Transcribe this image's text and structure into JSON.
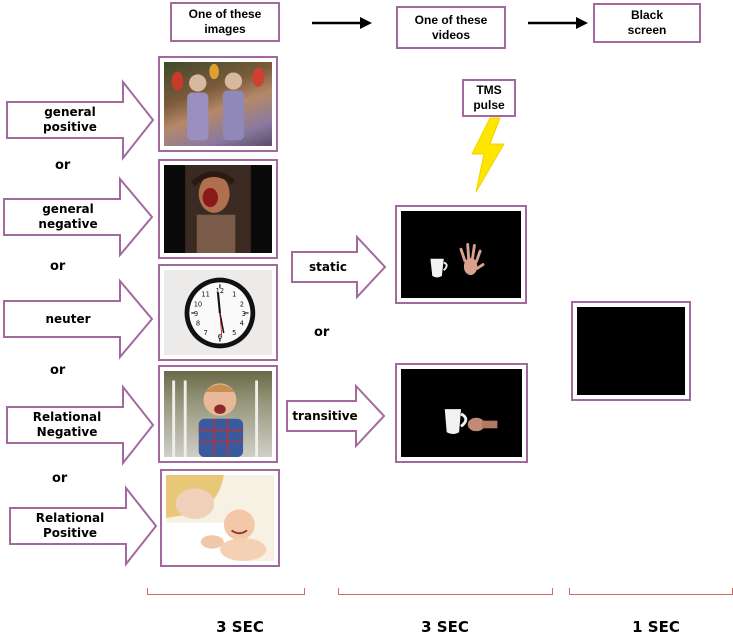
{
  "headers": {
    "images": "One of these\nimages",
    "videos": "One of these\nvideos",
    "black": "Black\nscreen"
  },
  "tms": {
    "label": "TMS\npulse"
  },
  "conditions": [
    {
      "label": "general\npositive"
    },
    {
      "label": "general\nnegative"
    },
    {
      "label": "neuter"
    },
    {
      "label": "Relational\nNegative"
    },
    {
      "label": "Relational\nPositive"
    }
  ],
  "or_label": "or",
  "video_conditions": [
    {
      "label": "static"
    },
    {
      "label": "transitive"
    }
  ],
  "durations": [
    "3 SEC",
    "3 SEC",
    "1 SEC"
  ],
  "colors": {
    "frame": "#a2699f",
    "bolt": "#ffe600",
    "bracket": "#d06a6a",
    "video_bg": "#000000"
  }
}
